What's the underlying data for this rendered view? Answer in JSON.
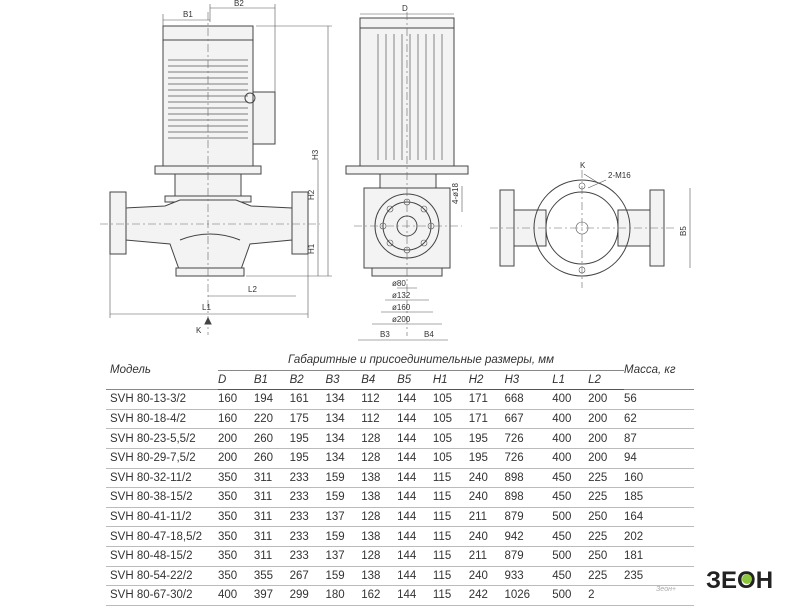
{
  "drawing": {
    "dim_labels": {
      "b1": "B1",
      "b2": "B2",
      "h3": "H3",
      "h2": "H2",
      "h1": "H1",
      "l1": "L1",
      "l2": "L2",
      "k_left": "K",
      "d": "D",
      "bolts": "4-ø18",
      "d80": "ø80",
      "d132": "ø132",
      "d160": "ø160",
      "d200": "ø200",
      "b3": "B3",
      "b4": "B4",
      "k_right": "K",
      "m16": "2-M16",
      "b5": "B5"
    }
  },
  "table": {
    "model_header": "Модель",
    "group_header": "Габаритные и присоединительные размеры, мм",
    "mass_header": "Масса, кг",
    "columns": [
      "D",
      "B1",
      "B2",
      "B3",
      "B4",
      "B5",
      "H1",
      "H2",
      "H3",
      "L1",
      "L2"
    ],
    "rows": [
      [
        "SVH 80-13-3/2",
        "160",
        "194",
        "161",
        "134",
        "112",
        "144",
        "105",
        "171",
        "668",
        "400",
        "200",
        "56"
      ],
      [
        "SVH 80-18-4/2",
        "160",
        "220",
        "175",
        "134",
        "112",
        "144",
        "105",
        "171",
        "667",
        "400",
        "200",
        "62"
      ],
      [
        "SVH 80-23-5,5/2",
        "200",
        "260",
        "195",
        "134",
        "128",
        "144",
        "105",
        "195",
        "726",
        "400",
        "200",
        "87"
      ],
      [
        "SVH 80-29-7,5/2",
        "200",
        "260",
        "195",
        "134",
        "128",
        "144",
        "105",
        "195",
        "726",
        "400",
        "200",
        "94"
      ],
      [
        "SVH 80-32-11/2",
        "350",
        "311",
        "233",
        "159",
        "138",
        "144",
        "115",
        "240",
        "898",
        "450",
        "225",
        "160"
      ],
      [
        "SVH 80-38-15/2",
        "350",
        "311",
        "233",
        "159",
        "138",
        "144",
        "115",
        "240",
        "898",
        "450",
        "225",
        "185"
      ],
      [
        "SVH 80-41-11/2",
        "350",
        "311",
        "233",
        "137",
        "128",
        "144",
        "115",
        "211",
        "879",
        "500",
        "250",
        "164"
      ],
      [
        "SVH 80-47-18,5/2",
        "350",
        "311",
        "233",
        "159",
        "138",
        "144",
        "115",
        "240",
        "942",
        "450",
        "225",
        "202"
      ],
      [
        "SVH 80-48-15/2",
        "350",
        "311",
        "233",
        "137",
        "128",
        "144",
        "115",
        "211",
        "879",
        "500",
        "250",
        "181"
      ],
      [
        "SVH 80-54-22/2",
        "350",
        "355",
        "267",
        "159",
        "138",
        "144",
        "115",
        "240",
        "933",
        "450",
        "225",
        "235"
      ],
      [
        "SVH 80-67-30/2",
        "400",
        "397",
        "299",
        "180",
        "162",
        "144",
        "115",
        "242",
        "1026",
        "500",
        "2",
        ""
      ]
    ]
  },
  "brand": {
    "logo_text": "ЗЕОН",
    "watermark": "Зеон+"
  }
}
